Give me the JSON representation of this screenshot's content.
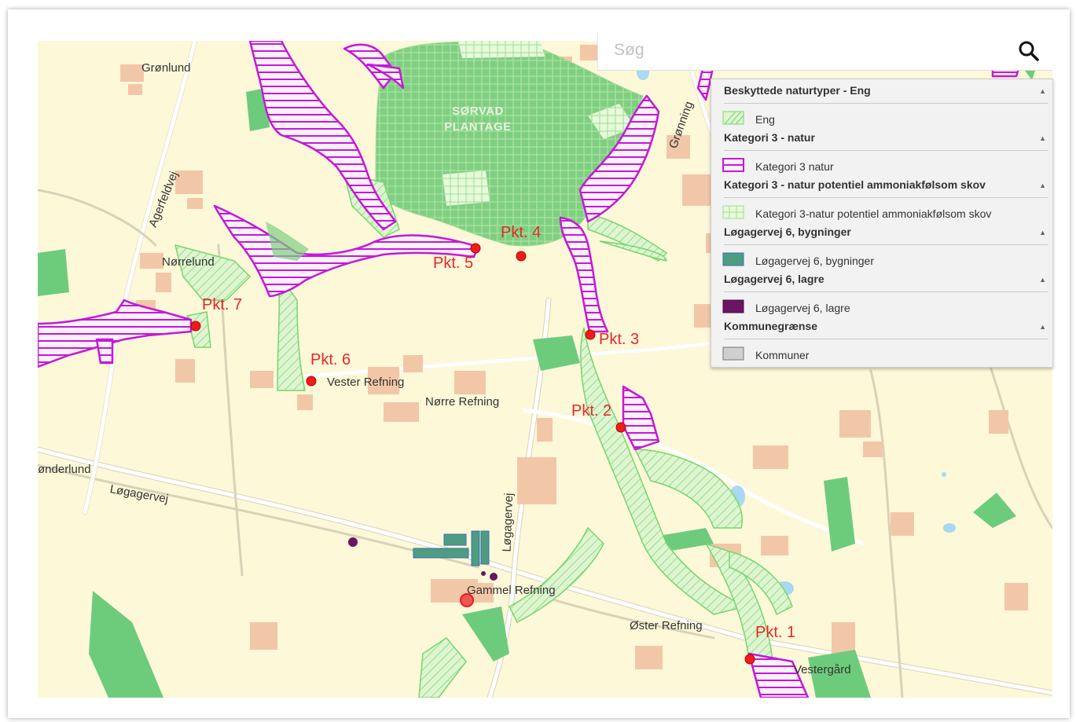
{
  "search": {
    "placeholder": "Søg",
    "icon": "search-icon"
  },
  "places": {
    "gronlund": "Grønlund",
    "norrelund": "Nørrelund",
    "vester_refning": "Vester Refning",
    "norre_refning": "Nørre Refning",
    "onderlund": "ønderlund",
    "gammel_refning": "Gammel Refning",
    "oster_refning": "Øster Refning",
    "vestergard": "Vestergård",
    "plantage": "SØRVAD\nPLANTAGE"
  },
  "roads": {
    "agerfeldvej": "Agerfeldvej",
    "logagervej_h": "Løgagervej",
    "logagervej_v": "Løgagervej",
    "gronning": "Grønning"
  },
  "points": [
    "Pkt. 1",
    "Pkt. 2",
    "Pkt. 3",
    "Pkt. 4",
    "Pkt. 5",
    "Pkt. 6",
    "Pkt. 7"
  ],
  "legend": {
    "groups": [
      {
        "title": "Beskyttede naturtyper - Eng",
        "item": "Eng"
      },
      {
        "title": "Kategori 3 - natur",
        "item": "Kategori 3 natur"
      },
      {
        "title": "Kategori 3 - natur potentiel ammoniakfølsom skov",
        "item": "Kategori 3-natur potentiel ammoniakfølsom skov"
      },
      {
        "title": "Løgagervej 6, bygninger",
        "item": "Løgagervej 6, bygninger"
      },
      {
        "title": "Løgagervej 6, lagre",
        "item": "Løgagervej 6, lagre"
      },
      {
        "title": "Kommunegrænse",
        "item": "Kommuner"
      }
    ],
    "collapse_icon": "triangle-up-icon"
  },
  "colors": {
    "background": "#fdf8d8",
    "eng": "#8fe08a",
    "kategori3": "#c21ad6",
    "forest": "#6dcc7c",
    "building": "#f2c7a8",
    "point": "#ee1c1c",
    "lagre": "#6a1463",
    "bygninger": "#4e9c82"
  }
}
